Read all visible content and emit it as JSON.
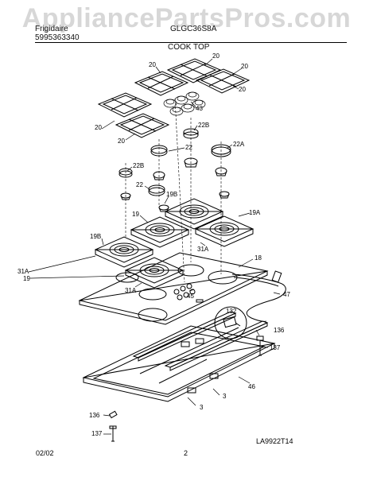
{
  "header": {
    "brand": "Frigidaire",
    "model": "GLGC36S8A",
    "publication": "5995363340",
    "title": "COOK TOP"
  },
  "watermark": "AppliancePartsPros.com",
  "footer": {
    "date": "02/02",
    "page": "2",
    "code": "LA9922T14"
  },
  "callouts": {
    "c20a": "20",
    "c20b": "20",
    "c20c": "20",
    "c20d": "20",
    "c20e": "20",
    "c20f": "20",
    "c43": "43",
    "c22b1": "22B",
    "c22b2": "22B",
    "c22a": "22",
    "c22b": "22",
    "c22A": "22A",
    "c19b1": "19B",
    "c19b2": "19B",
    "c19a": "19",
    "c19b": "19",
    "c19A": "19A",
    "c31a1": "31A",
    "c31a2": "31A",
    "c31a3": "31A",
    "c18": "18",
    "c45": "45",
    "c47": "47",
    "c132": "132",
    "c136a": "136",
    "c136b": "136",
    "c137a": "137",
    "c137b": "137",
    "c46": "46",
    "c3a": "3",
    "c3b": "3"
  }
}
